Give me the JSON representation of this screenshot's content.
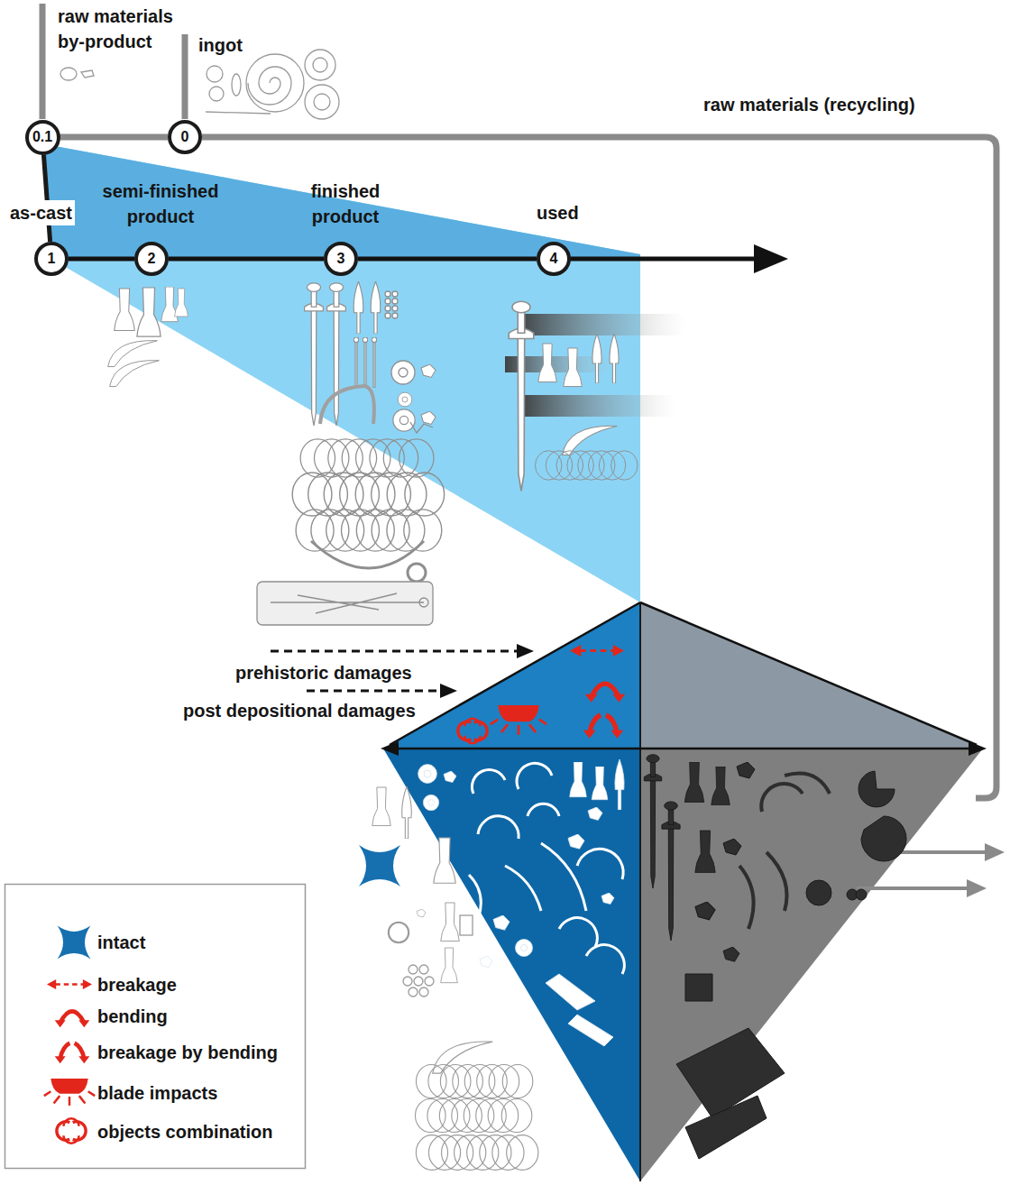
{
  "diagram": {
    "nodes": [
      {
        "text": [
          "0.1"
        ]
      },
      {
        "text": [
          "0"
        ]
      },
      {
        "text": [
          "1"
        ]
      },
      {
        "text": [
          "2"
        ]
      },
      {
        "text": [
          "3"
        ]
      },
      {
        "text": [
          "4"
        ]
      }
    ],
    "edges": [
      {
        "from": 0,
        "to": 1,
        "arrow": "none"
      },
      {
        "from": 0,
        "to": 2,
        "arrow": "none"
      },
      {
        "from": 2,
        "to": 3,
        "arrow": "none"
      },
      {
        "from": 3,
        "to": 4,
        "arrow": "none"
      },
      {
        "from": 4,
        "to": 5,
        "arrow": "none"
      }
    ],
    "labels": [
      "raw materials by-product",
      "ingot",
      "raw materials (recycling)",
      "as-cast",
      "semi-finished product",
      "finished product",
      "used",
      "prehistoric damages",
      "post depositional damages"
    ],
    "legend": [
      {
        "text": "intact"
      },
      {
        "text": "breakage"
      },
      {
        "text": "bending"
      },
      {
        "text": "breakage by bending"
      },
      {
        "text": "blade impacts"
      },
      {
        "text": "objects combination"
      }
    ]
  }
}
